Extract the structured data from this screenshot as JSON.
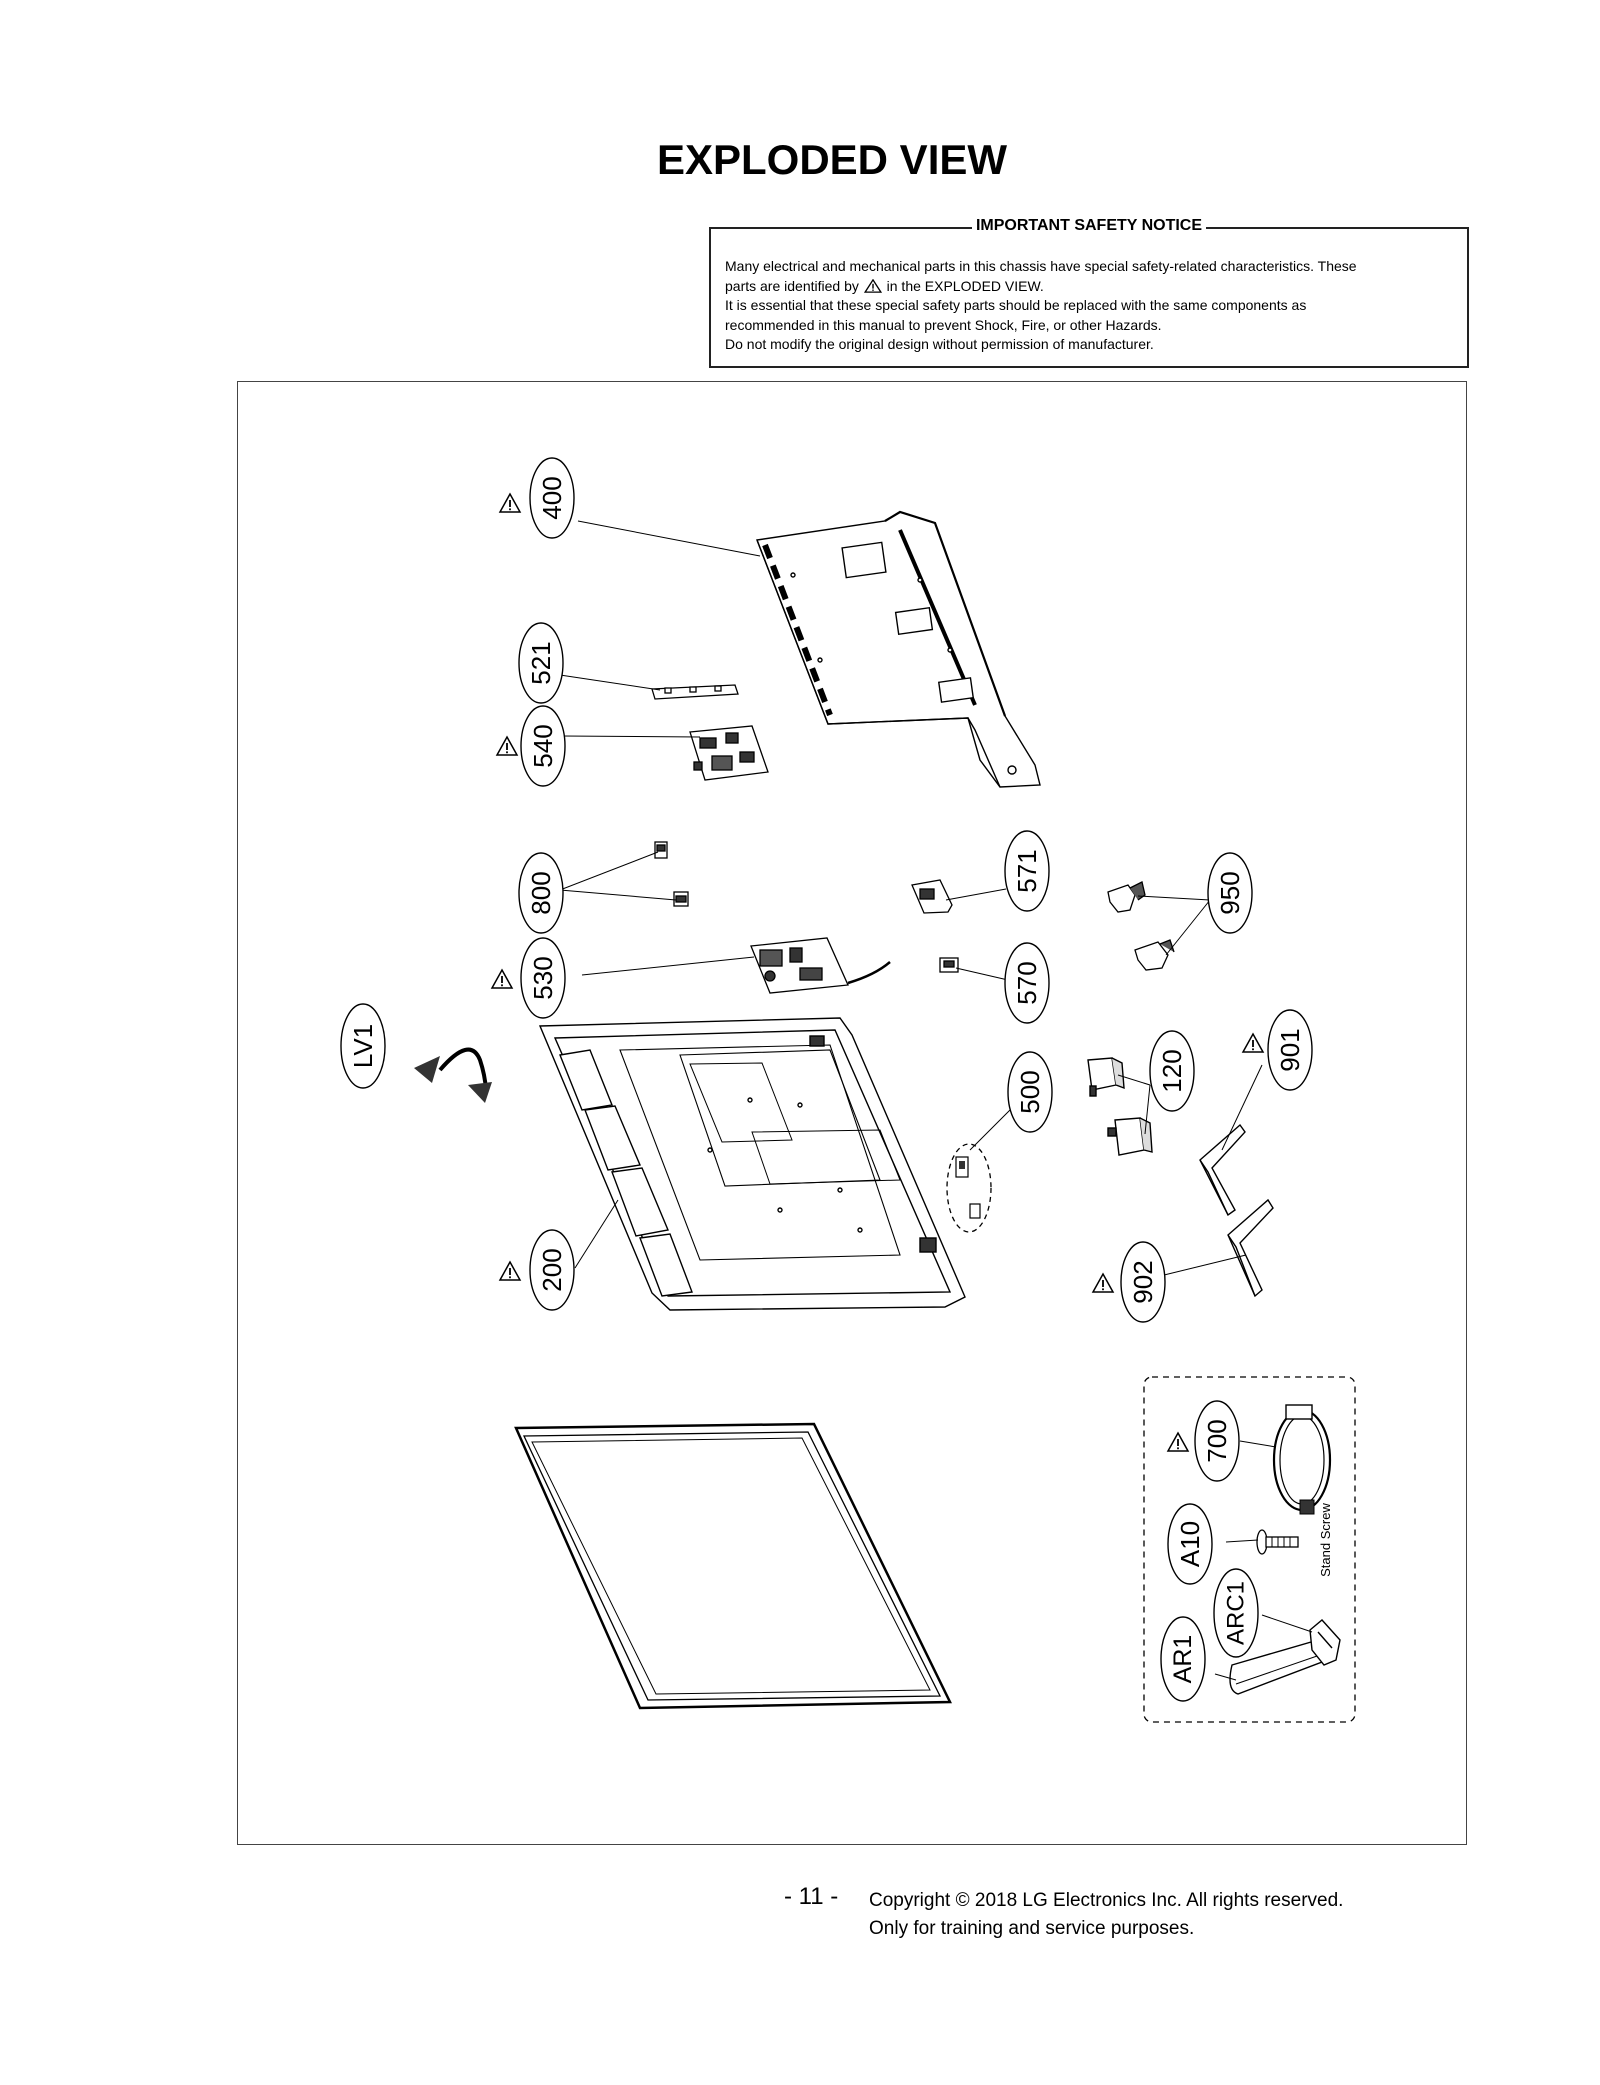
{
  "page": {
    "title": "EXPLODED VIEW",
    "page_number": "- 11 -",
    "copyright_line1": "Copyright © 2018 LG Electronics Inc. All rights reserved.",
    "copyright_line2": "Only for training and service purposes."
  },
  "notice": {
    "heading": "IMPORTANT SAFETY NOTICE",
    "line1": "Many electrical and mechanical parts in this chassis have special safety-related characteristics. These",
    "line2_before": "parts are identified by",
    "line2_after": "in the EXPLODED VIEW.",
    "line3": "It is essential that these special safety parts should be replaced with the same components as",
    "line4": "recommended in this manual to prevent Shock, Fire, or other Hazards.",
    "line5": "Do not modify the original design without permission of manufacturer."
  },
  "parts": {
    "p400": "400",
    "p521": "521",
    "p540": "540",
    "p800": "800",
    "p530": "530",
    "p571": "571",
    "p570": "570",
    "p950": "950",
    "pLV1": "LV1",
    "p500": "500",
    "p120": "120",
    "p901": "901",
    "p200": "200",
    "p902": "902",
    "p700": "700",
    "pA10": "A10",
    "pARC1": "ARC1",
    "pAR1": "AR1"
  },
  "accessory_note": "Stand Screw",
  "icons": {
    "safety_mark": "warning-triangle-icon"
  }
}
